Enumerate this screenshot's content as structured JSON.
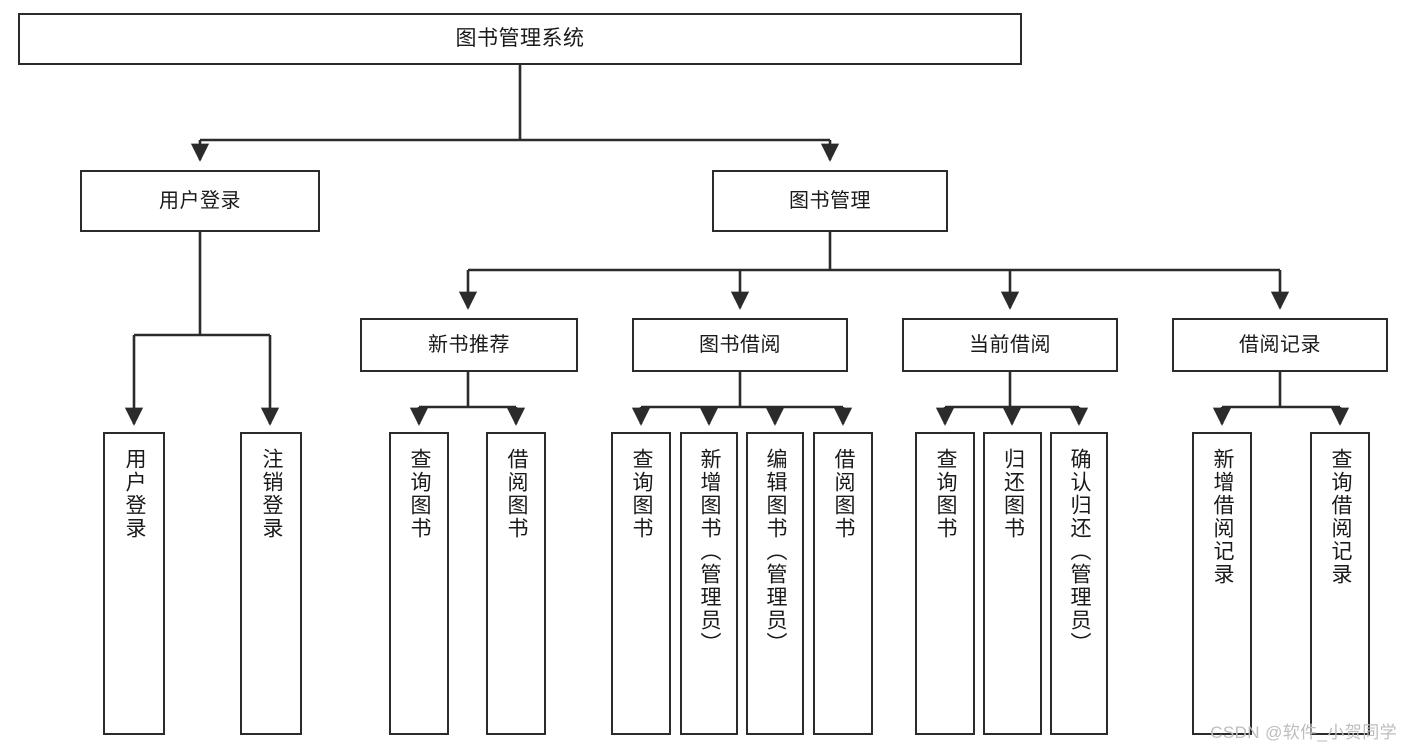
{
  "diagram": {
    "title": "图书管理系统",
    "watermark": "CSDN @软件_小贺同学",
    "line_color": "#2b2b2b",
    "box_fill": "#ffffff",
    "text_color": "#1a1a1a",
    "watermark_color": "#bdbdbd",
    "root": {
      "label": "图书管理系统"
    },
    "tier1": [
      {
        "label": "用户登录"
      },
      {
        "label": "图书管理"
      }
    ],
    "tier2": [
      {
        "label": "新书推荐"
      },
      {
        "label": "图书借阅"
      },
      {
        "label": "当前借阅"
      },
      {
        "label": "借阅记录"
      }
    ],
    "leaves": {
      "user_login": [
        {
          "label": "用户登录"
        },
        {
          "label": "注销登录"
        }
      ],
      "new_book_recommend": [
        {
          "label": "查询图书"
        },
        {
          "label": "借阅图书"
        }
      ],
      "book_borrow": [
        {
          "label": "查询图书"
        },
        {
          "label": "新增图书（管理员）"
        },
        {
          "label": "编辑图书（管理员）"
        },
        {
          "label": "借阅图书"
        }
      ],
      "current_borrow": [
        {
          "label": "查询图书"
        },
        {
          "label": "归还图书"
        },
        {
          "label": "确认归还（管理员）"
        }
      ],
      "borrow_record": [
        {
          "label": "新增借阅记录"
        },
        {
          "label": "查询借阅记录"
        }
      ]
    }
  }
}
